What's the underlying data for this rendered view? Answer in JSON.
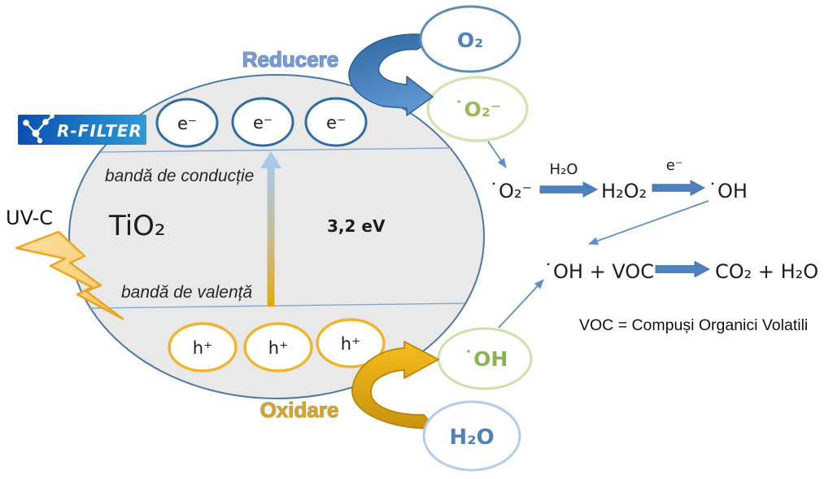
{
  "brand": {
    "name": "R-FILTER"
  },
  "labels": {
    "uv": "UV-C",
    "reduction": "Reducere",
    "oxidation": "Oxidare",
    "material": "TiO₂",
    "band_gap": "3,2 eV",
    "conduction_band": "bandă de conducție",
    "valence_band": "bandă de valență",
    "electron": "e⁻",
    "hole": "h⁺"
  },
  "species": {
    "oxygen": "O₂",
    "superoxide": "˙O₂⁻",
    "hydroxyl_radical": "˙OH",
    "water": "H₂O"
  },
  "reaction_chain": {
    "reactant": "˙O₂⁻",
    "step1_label": "H₂O",
    "intermediate": "H₂O₂",
    "step2_label": "e⁻",
    "product": "˙OH"
  },
  "voc_reaction": {
    "reactants": "˙OH + VOC",
    "products": "CO₂ + H₂O",
    "note": "VOC = Compuși Organici Volatili"
  },
  "colors": {
    "blue_accent": "#4f81bd",
    "green_accent": "#9bbb59",
    "gold_accent": "#d9a51f",
    "particle_fill": "#e9e9ea"
  }
}
